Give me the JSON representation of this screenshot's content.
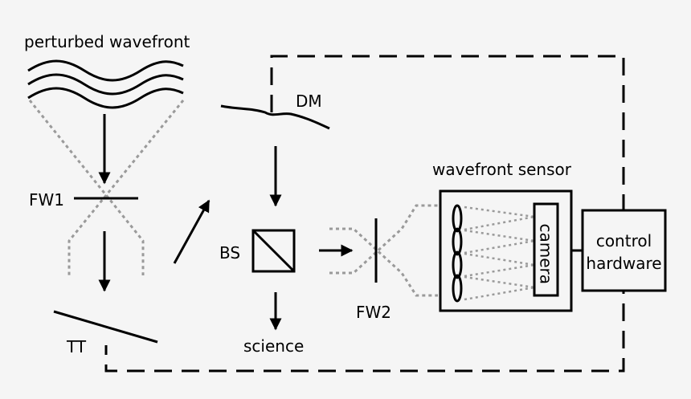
{
  "labels": {
    "perturbed_wavefront": "perturbed wavefront",
    "dm": "DM",
    "fw1": "FW1",
    "bs": "BS",
    "tt": "TT",
    "science": "science",
    "fw2": "FW2",
    "wavefront_sensor": "wavefront sensor",
    "camera": "camera",
    "control_line1": "control",
    "control_line2": "hardware"
  },
  "colors": {
    "ink": "#000000",
    "beam": "#9a9a9a",
    "background": "#f5f5f5"
  }
}
